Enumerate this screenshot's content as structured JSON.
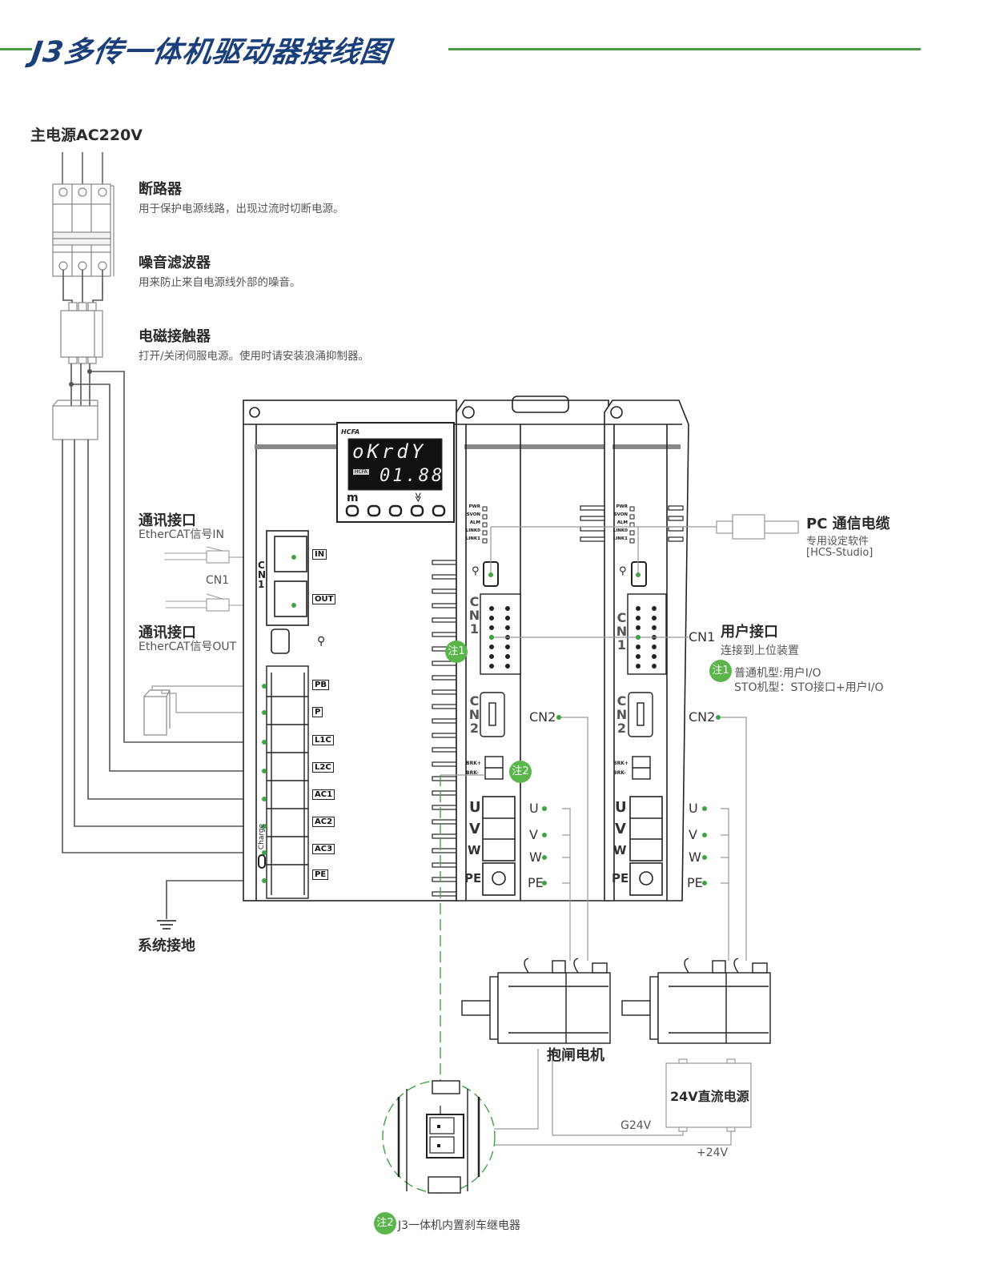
{
  "header": {
    "title": "J3多传一体机驱动器接线图"
  },
  "power": {
    "main_label": "主电源AC220V",
    "breaker": {
      "title": "断路器",
      "desc": "用于保护电源线路，出现过流时切断电源。"
    },
    "noise_filter": {
      "title": "噪音滤波器",
      "desc": "用来防止来自电源线外部的噪音。"
    },
    "contactor": {
      "title": "电磁接触器",
      "desc": "打开/关闭伺服电源。使用时请安装浪涌抑制器。"
    }
  },
  "comm": {
    "in": {
      "title": "通讯接口",
      "desc": "EtherCAT信号IN"
    },
    "out": {
      "title": "通讯接口",
      "desc": "EtherCAT信号OUT"
    },
    "cn1_label": "CN1"
  },
  "ground": {
    "label": "系统接地"
  },
  "driver_main": {
    "brand": "HCFA",
    "display_top": "oKrdY",
    "display_badge": "HCFA",
    "display_bottom": "01.88",
    "mode_key": "m",
    "down_key": "≫",
    "cn1_side": "CN1",
    "port_in": "IN",
    "port_out": "OUT",
    "charge": "Charge",
    "terminals": [
      "PB",
      "P",
      "L1C",
      "L2C",
      "AC1",
      "AC2",
      "AC3",
      "PE"
    ]
  },
  "axis_module": {
    "leds": [
      "PWR",
      "SVON",
      "ALM",
      "LINK0",
      "LINK1"
    ],
    "cn1": "CN1",
    "cn2": "CN2",
    "brk_plus": "BRK+",
    "brk_minus": "BRK-",
    "uvw": [
      "U",
      "V",
      "W",
      "PE"
    ]
  },
  "pc_cable": {
    "title": "PC 通信电缆",
    "desc1": "专用设定软件",
    "desc2": "[HCS-Studio]"
  },
  "user_io": {
    "cn_label": "CN1",
    "title": "用户接口",
    "desc": "连接到上位装置",
    "note_badge": "注1",
    "note_line1": "普通机型:用户I/O",
    "note_line2": "STO机型：STO接口+用户I/O"
  },
  "axis1_labels": {
    "cn2": "CN2",
    "u": "U",
    "v": "V",
    "w": "W",
    "pe": "PE"
  },
  "axis2_labels": {
    "cn2": "CN2",
    "u": "U",
    "v": "V",
    "w": "W",
    "pe": "PE"
  },
  "note2_badge": "注2",
  "motor": {
    "label": "抱闸电机"
  },
  "dc_supply": {
    "label": "24V直流电源",
    "g24v": "G24V",
    "p24v": "+24V"
  },
  "footnote": {
    "badge": "注2",
    "text": "J3一体机内置刹车继电器"
  },
  "colors": {
    "title": "#1b3f7a",
    "accent_green": "#4a9a43",
    "badge_green": "#5ab54b",
    "line_gray": "#888888"
  }
}
